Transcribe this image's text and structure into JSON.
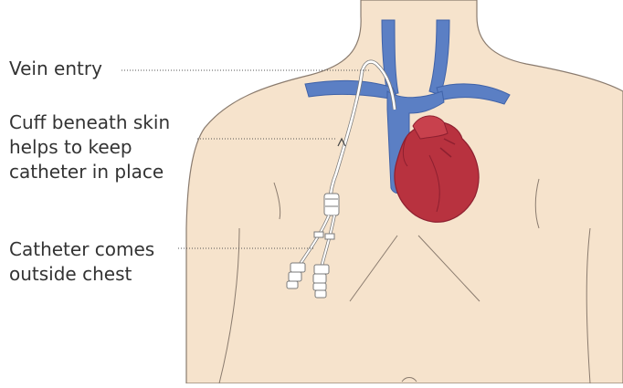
{
  "labels": {
    "vein_entry": "Vein entry",
    "cuff": [
      "Cuff beneath skin",
      "helps to keep",
      "catheter in place"
    ],
    "catheter_outside": [
      "Catheter comes",
      "outside chest"
    ]
  },
  "colors": {
    "skin": "#f6e3cc",
    "outline": "#8a7b6e",
    "vein": "#5b7fc4",
    "vein_dark": "#3f62a8",
    "heart": "#b8323f",
    "heart_dark": "#8e2030",
    "catheter": "#ffffff",
    "leader": "#555555"
  },
  "icons": {
    "heart": "heart-icon",
    "veins": "vein-icon",
    "catheter": "catheter-icon"
  }
}
